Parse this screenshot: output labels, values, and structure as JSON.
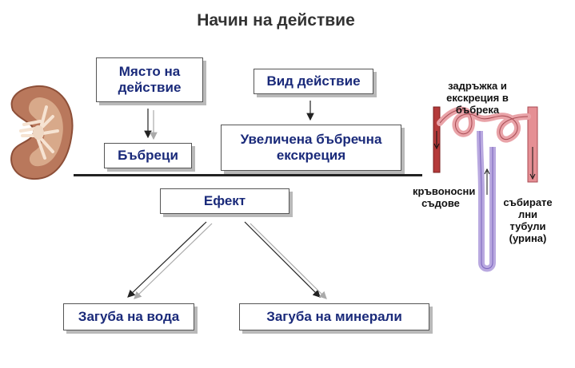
{
  "title": "Начин на действие",
  "boxes": {
    "site": "Място на действие",
    "kidneys": "Бъбреци",
    "action_type": "Вид действие",
    "excretion": "Увеличена бъбречна екскреция",
    "effect": "Ефект",
    "water_loss": "Загуба на вода",
    "mineral_loss": "Загуба на минерали"
  },
  "nephron_labels": {
    "retention": "задръжка и екскреция в бъбрека",
    "vessels": "кръвоносни съдове",
    "tubules": "събирате лни тубули (урина)"
  },
  "images": {
    "kidney": "kidney-illustration",
    "nephron": "nephron-illustration"
  }
}
